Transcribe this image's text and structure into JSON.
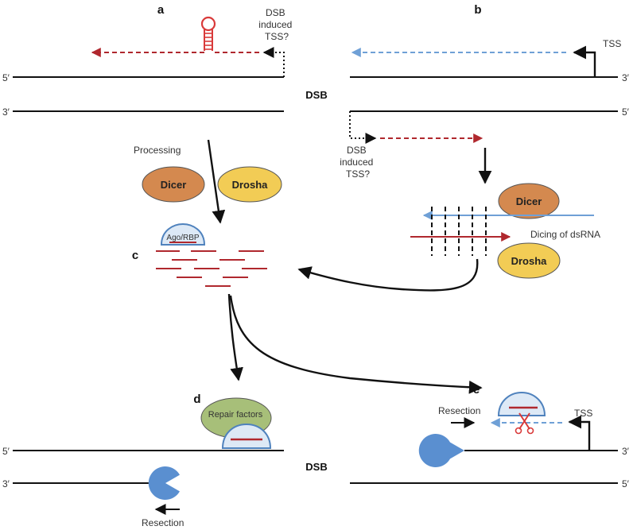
{
  "panels": {
    "a": "a",
    "b": "b",
    "c": "c",
    "d": "d",
    "e": "e"
  },
  "strands": {
    "five_prime": "5′",
    "three_prime": "3′"
  },
  "dsb_label": "DSB",
  "dsb_tss_lines": [
    "DSB",
    "induced",
    "TSS?"
  ],
  "tss_label": "TSS",
  "processing_label": "Processing",
  "enzymes": {
    "dicer": "Dicer",
    "drosha": "Drosha"
  },
  "ago_label": "Ago/RBP",
  "dicing_label": "Dicing of dsRNA",
  "repair_factors_label": "Repair factors",
  "resection_label": "Resection",
  "colors": {
    "rna_red": "#b0282e",
    "rna_blue": "#6fa0d6",
    "hairpin_red": "#d93a3a",
    "dicer_fill": "#d4894f",
    "drosha_fill": "#f2cc55",
    "repair_fill": "#a7bf79",
    "ago_fill": "#dde9f6",
    "ago_stroke": "#4f82bd",
    "exonuclease": "#5a8fd0"
  },
  "icons": {
    "exonuclease": "pacman-exonuclease-icon",
    "cleavage": "scissors-icon",
    "hairpin": "rna-hairpin-icon"
  }
}
